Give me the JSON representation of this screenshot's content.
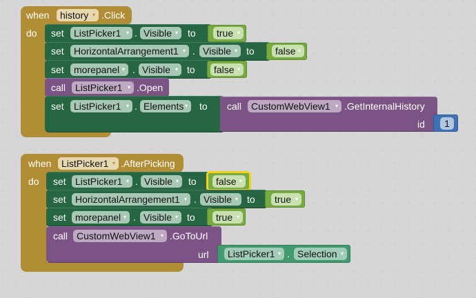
{
  "workspace": {
    "blocks": [
      {
        "event": {
          "when_label": "when",
          "component": "history",
          "event_name": ".Click",
          "do_label": "do"
        },
        "statements": [
          {
            "kind": "set",
            "set_label": "set",
            "component": "ListPicker1",
            "dot": ".",
            "property": "Visible",
            "to_label": "to",
            "value": "true"
          },
          {
            "kind": "set",
            "set_label": "set",
            "component": "HorizontalArrangement1",
            "dot": ".",
            "property": "Visible",
            "to_label": "to",
            "value": "false"
          },
          {
            "kind": "set",
            "set_label": "set",
            "component": "morepanel",
            "dot": ".",
            "property": "Visible",
            "to_label": "to",
            "value": "false"
          },
          {
            "kind": "call",
            "call_label": "call",
            "component": "ListPicker1",
            "method": ".Open"
          },
          {
            "kind": "set",
            "set_label": "set",
            "component": "ListPicker1",
            "dot": ".",
            "property": "Elements",
            "to_label": "to",
            "value_call": {
              "call_label": "call",
              "component": "CustomWebView1",
              "method": ".GetInternalHistory",
              "arg_label": "id",
              "arg_value": "1"
            }
          }
        ]
      },
      {
        "event": {
          "when_label": "when",
          "component": "ListPicker1",
          "event_name": ".AfterPicking",
          "do_label": "do"
        },
        "statements": [
          {
            "kind": "set",
            "set_label": "set",
            "component": "ListPicker1",
            "dot": ".",
            "property": "Visible",
            "to_label": "to",
            "value": "false",
            "selected": true
          },
          {
            "kind": "set",
            "set_label": "set",
            "component": "HorizontalArrangement1",
            "dot": ".",
            "property": "Visible",
            "to_label": "to",
            "value": "true"
          },
          {
            "kind": "set",
            "set_label": "set",
            "component": "morepanel",
            "dot": ".",
            "property": "Visible",
            "to_label": "to",
            "value": "true"
          },
          {
            "kind": "call",
            "call_label": "call",
            "component": "CustomWebView1",
            "method": ".GoToUrl",
            "arg_label": "url",
            "arg_getter": {
              "component": "ListPicker1",
              "dot": ".",
              "property": "Selection"
            }
          }
        ]
      }
    ],
    "colors": {
      "event": "#b18e35",
      "setter": "#266643",
      "call": "#7c5385",
      "logic": "#77ab41",
      "math": "#3f71b5",
      "getter": "#439970",
      "selection_outline": "#f5d021"
    },
    "dropdown_arrow": "▾"
  }
}
